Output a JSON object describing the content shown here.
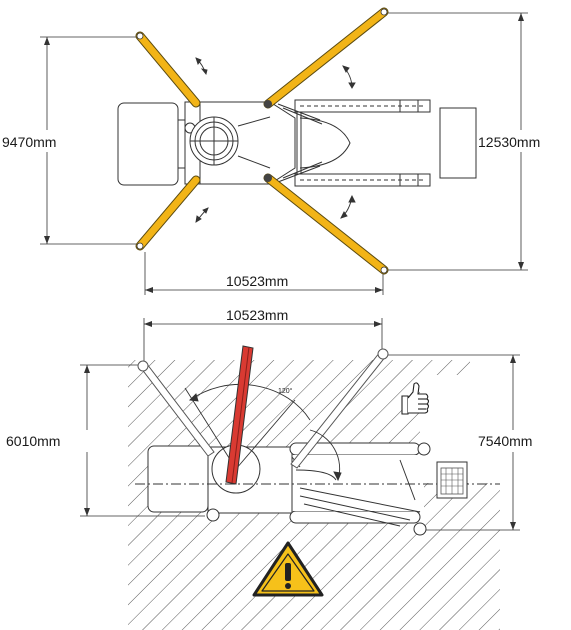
{
  "top_view": {
    "width_label": "10523mm",
    "left_height_label": "9470mm",
    "right_height_label": "12530mm"
  },
  "side_view": {
    "width_label": "10523mm",
    "left_height_label": "6010mm",
    "right_height_label": "7540mm",
    "angle_label": "120°"
  },
  "colors": {
    "outrigger_yellow": "#f2b417",
    "boom_red": "#d93a32",
    "outline": "#333333",
    "warning_yellow": "#f6c11a"
  },
  "icons": [
    "thumbs-up-icon",
    "grid-box-icon",
    "warning-icon",
    "rotation-arrow-icon"
  ]
}
